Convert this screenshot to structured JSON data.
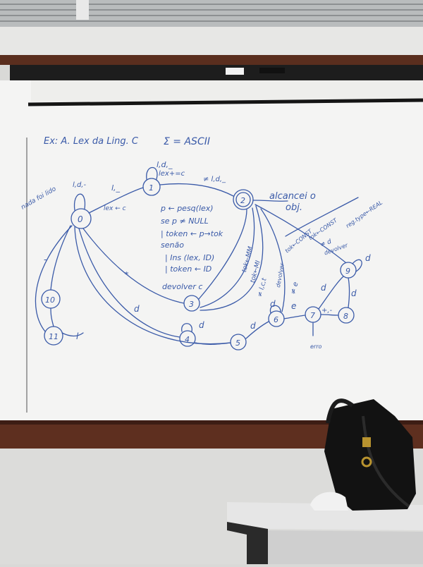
{
  "board": {
    "heading": "Ex: A. Lex da Ling. C",
    "alphabet": "Σ = ASCII"
  },
  "states": [
    {
      "label": "0"
    },
    {
      "label": "1"
    },
    {
      "label": "2"
    },
    {
      "label": "3"
    },
    {
      "label": "4"
    },
    {
      "label": "5"
    },
    {
      "label": "6"
    },
    {
      "label": "7"
    },
    {
      "label": "8"
    },
    {
      "label": "9"
    },
    {
      "label": "10"
    },
    {
      "label": "11"
    }
  ],
  "transitions": {
    "loop_0": "l,d,-",
    "nada_lido": "nada foi lido",
    "to_1": "l,_",
    "lex_c": "lex ← c",
    "loop_1": "l,d,_",
    "loop_1b": "lex+=c",
    "to_2": "≠ l,d,_",
    "star": "*",
    "d": "d",
    "dash": "-",
    "e": "e",
    "not_e": "≠ e",
    "tok_mm": "tok←MM",
    "tok_mi": "tok←MI",
    "tok_c": "≠ l,c,t",
    "tok_const": "tok←CONST",
    "tok_const2": "tok←CONST",
    "reg_type": "reg.type←REAL",
    "devolver": "devolver",
    "plus_minus": "+,-",
    "erro": "erro",
    "ne_d": "≠ d",
    "loop_11": "l"
  },
  "accept_note": {
    "line1": "alcancei o",
    "line2": "obj."
  },
  "code": [
    "p ← pesq(lex)",
    "se p ≠ NULL",
    "| token ← p→tok",
    "senão",
    "| Ins (lex, ID)",
    "| token ← ID",
    "devolver c"
  ],
  "colors": {
    "ink": "#3a5aa8",
    "board": "#f4f4f3",
    "frame": "#5a2e1e",
    "wall": "#d9d9d7"
  }
}
